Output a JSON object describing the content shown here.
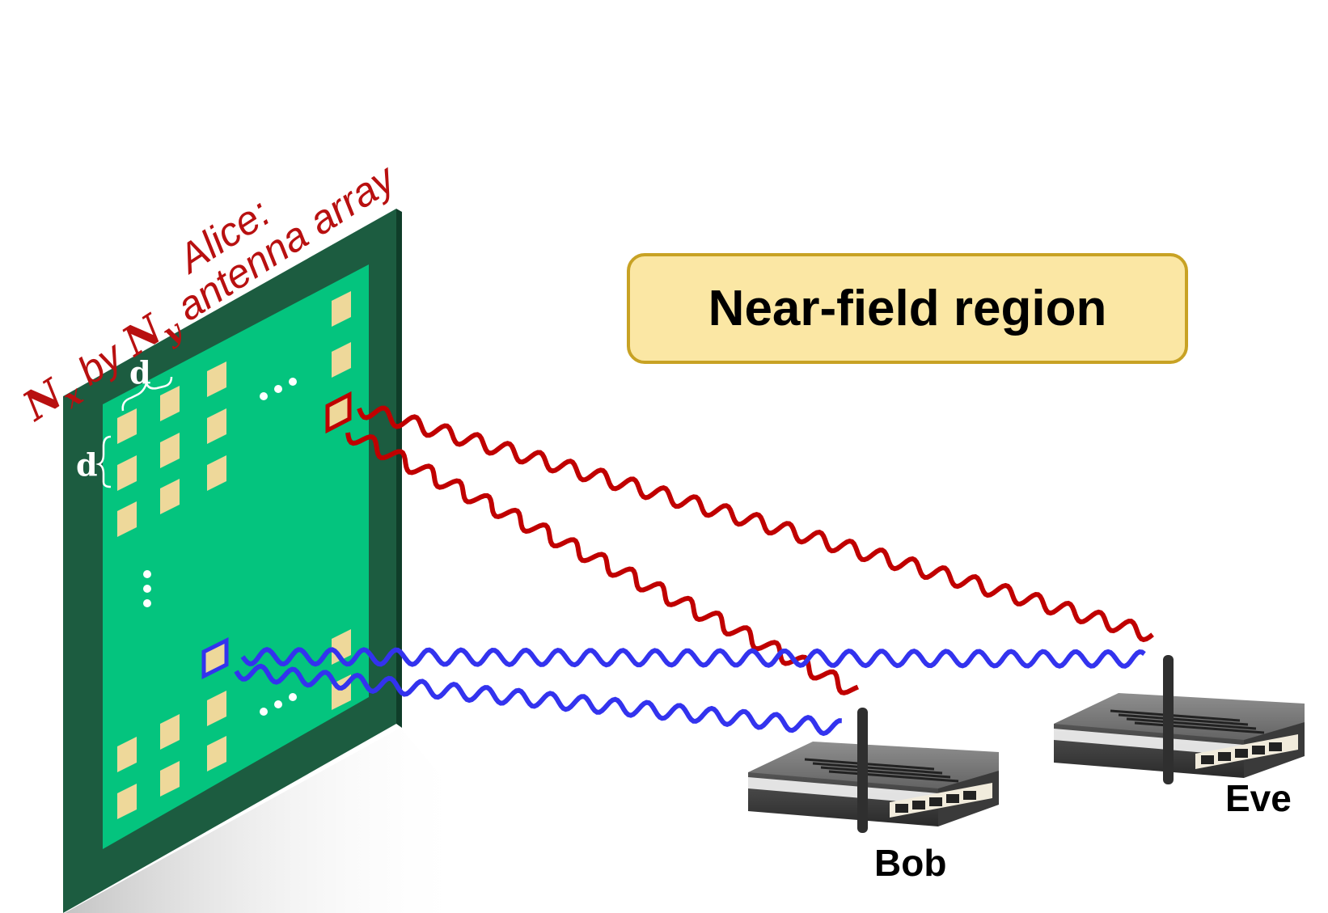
{
  "region": {
    "label": "Near-field region"
  },
  "alice": {
    "line1": "Alice:",
    "nx_main": "N",
    "nx_sub": "x",
    "by": " by ",
    "ny_main": "N",
    "ny_sub": "y",
    "tail": " antenna array"
  },
  "spacing": {
    "horizontal": "d",
    "vertical": "d"
  },
  "receivers": {
    "bob": "Bob",
    "eve": "Eve"
  },
  "colors": {
    "panel_outer": "#1c5c40",
    "panel_inner": "#04c47e",
    "element": "#eed89a",
    "wave_alice_to_eve_bob": "#c00000",
    "wave_blue": "#3333ee",
    "region_fill": "#fbe7a4",
    "region_border": "#c8a224",
    "label_red": "#b81010"
  },
  "icons": {
    "receiver": "wifi-router-icon"
  }
}
